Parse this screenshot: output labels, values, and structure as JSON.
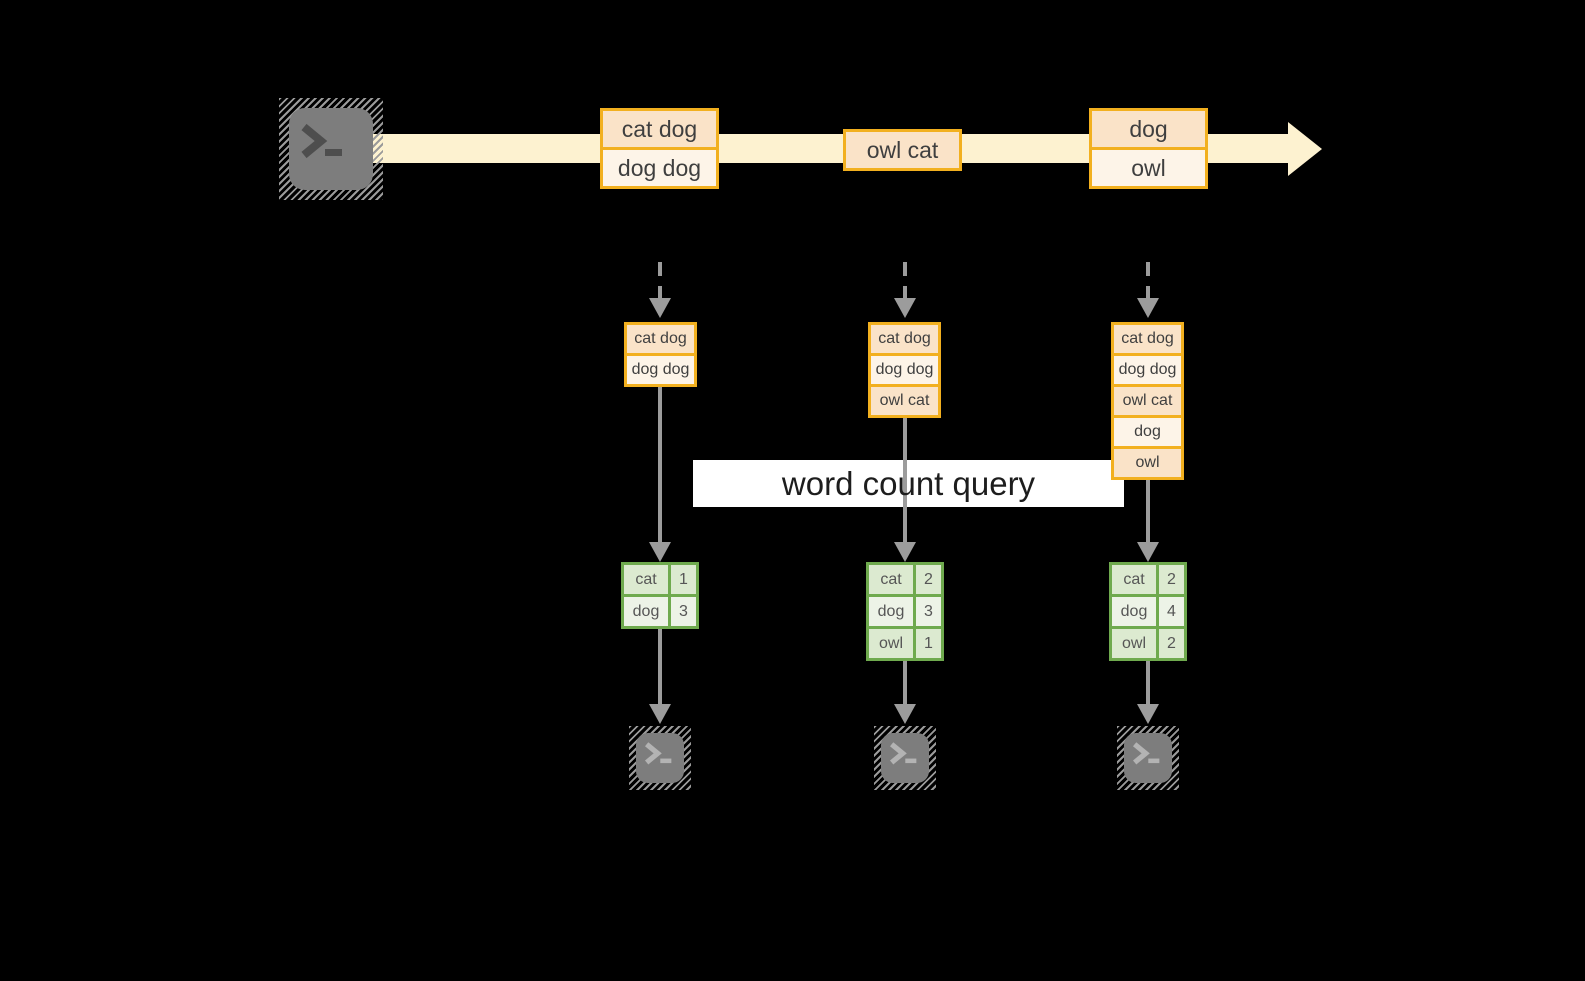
{
  "colors": {
    "background": "#000000",
    "stream_band": "#fdf2d0",
    "orange_border": "#f2b01f",
    "peach_fill": "#fae3c8",
    "cream_fill": "#fdf4e8",
    "green_border": "#6faa4e",
    "green_fill_dark": "#dcead0",
    "green_fill_light": "#edf3e7",
    "arrow_gray": "#9c9c9c",
    "terminal_gray": "#7d7d7d",
    "banner_background": "#ffffff"
  },
  "banner": {
    "label": "word count query"
  },
  "stream": {
    "groups": [
      {
        "cells": [
          "cat dog",
          "dog dog"
        ]
      },
      {
        "cells": [
          "owl cat"
        ]
      },
      {
        "cells": [
          "dog",
          "owl"
        ]
      }
    ]
  },
  "columns": [
    {
      "stack": [
        "cat dog",
        "dog dog"
      ],
      "table": [
        {
          "word": "cat",
          "count": "1"
        },
        {
          "word": "dog",
          "count": "3"
        }
      ]
    },
    {
      "stack": [
        "cat dog",
        "dog dog",
        "owl cat"
      ],
      "table": [
        {
          "word": "cat",
          "count": "2"
        },
        {
          "word": "dog",
          "count": "3"
        },
        {
          "word": "owl",
          "count": "1"
        }
      ]
    },
    {
      "stack": [
        "cat dog",
        "dog dog",
        "owl cat",
        "dog",
        "owl"
      ],
      "table": [
        {
          "word": "cat",
          "count": "2"
        },
        {
          "word": "dog",
          "count": "4"
        },
        {
          "word": "owl",
          "count": "2"
        }
      ]
    }
  ]
}
